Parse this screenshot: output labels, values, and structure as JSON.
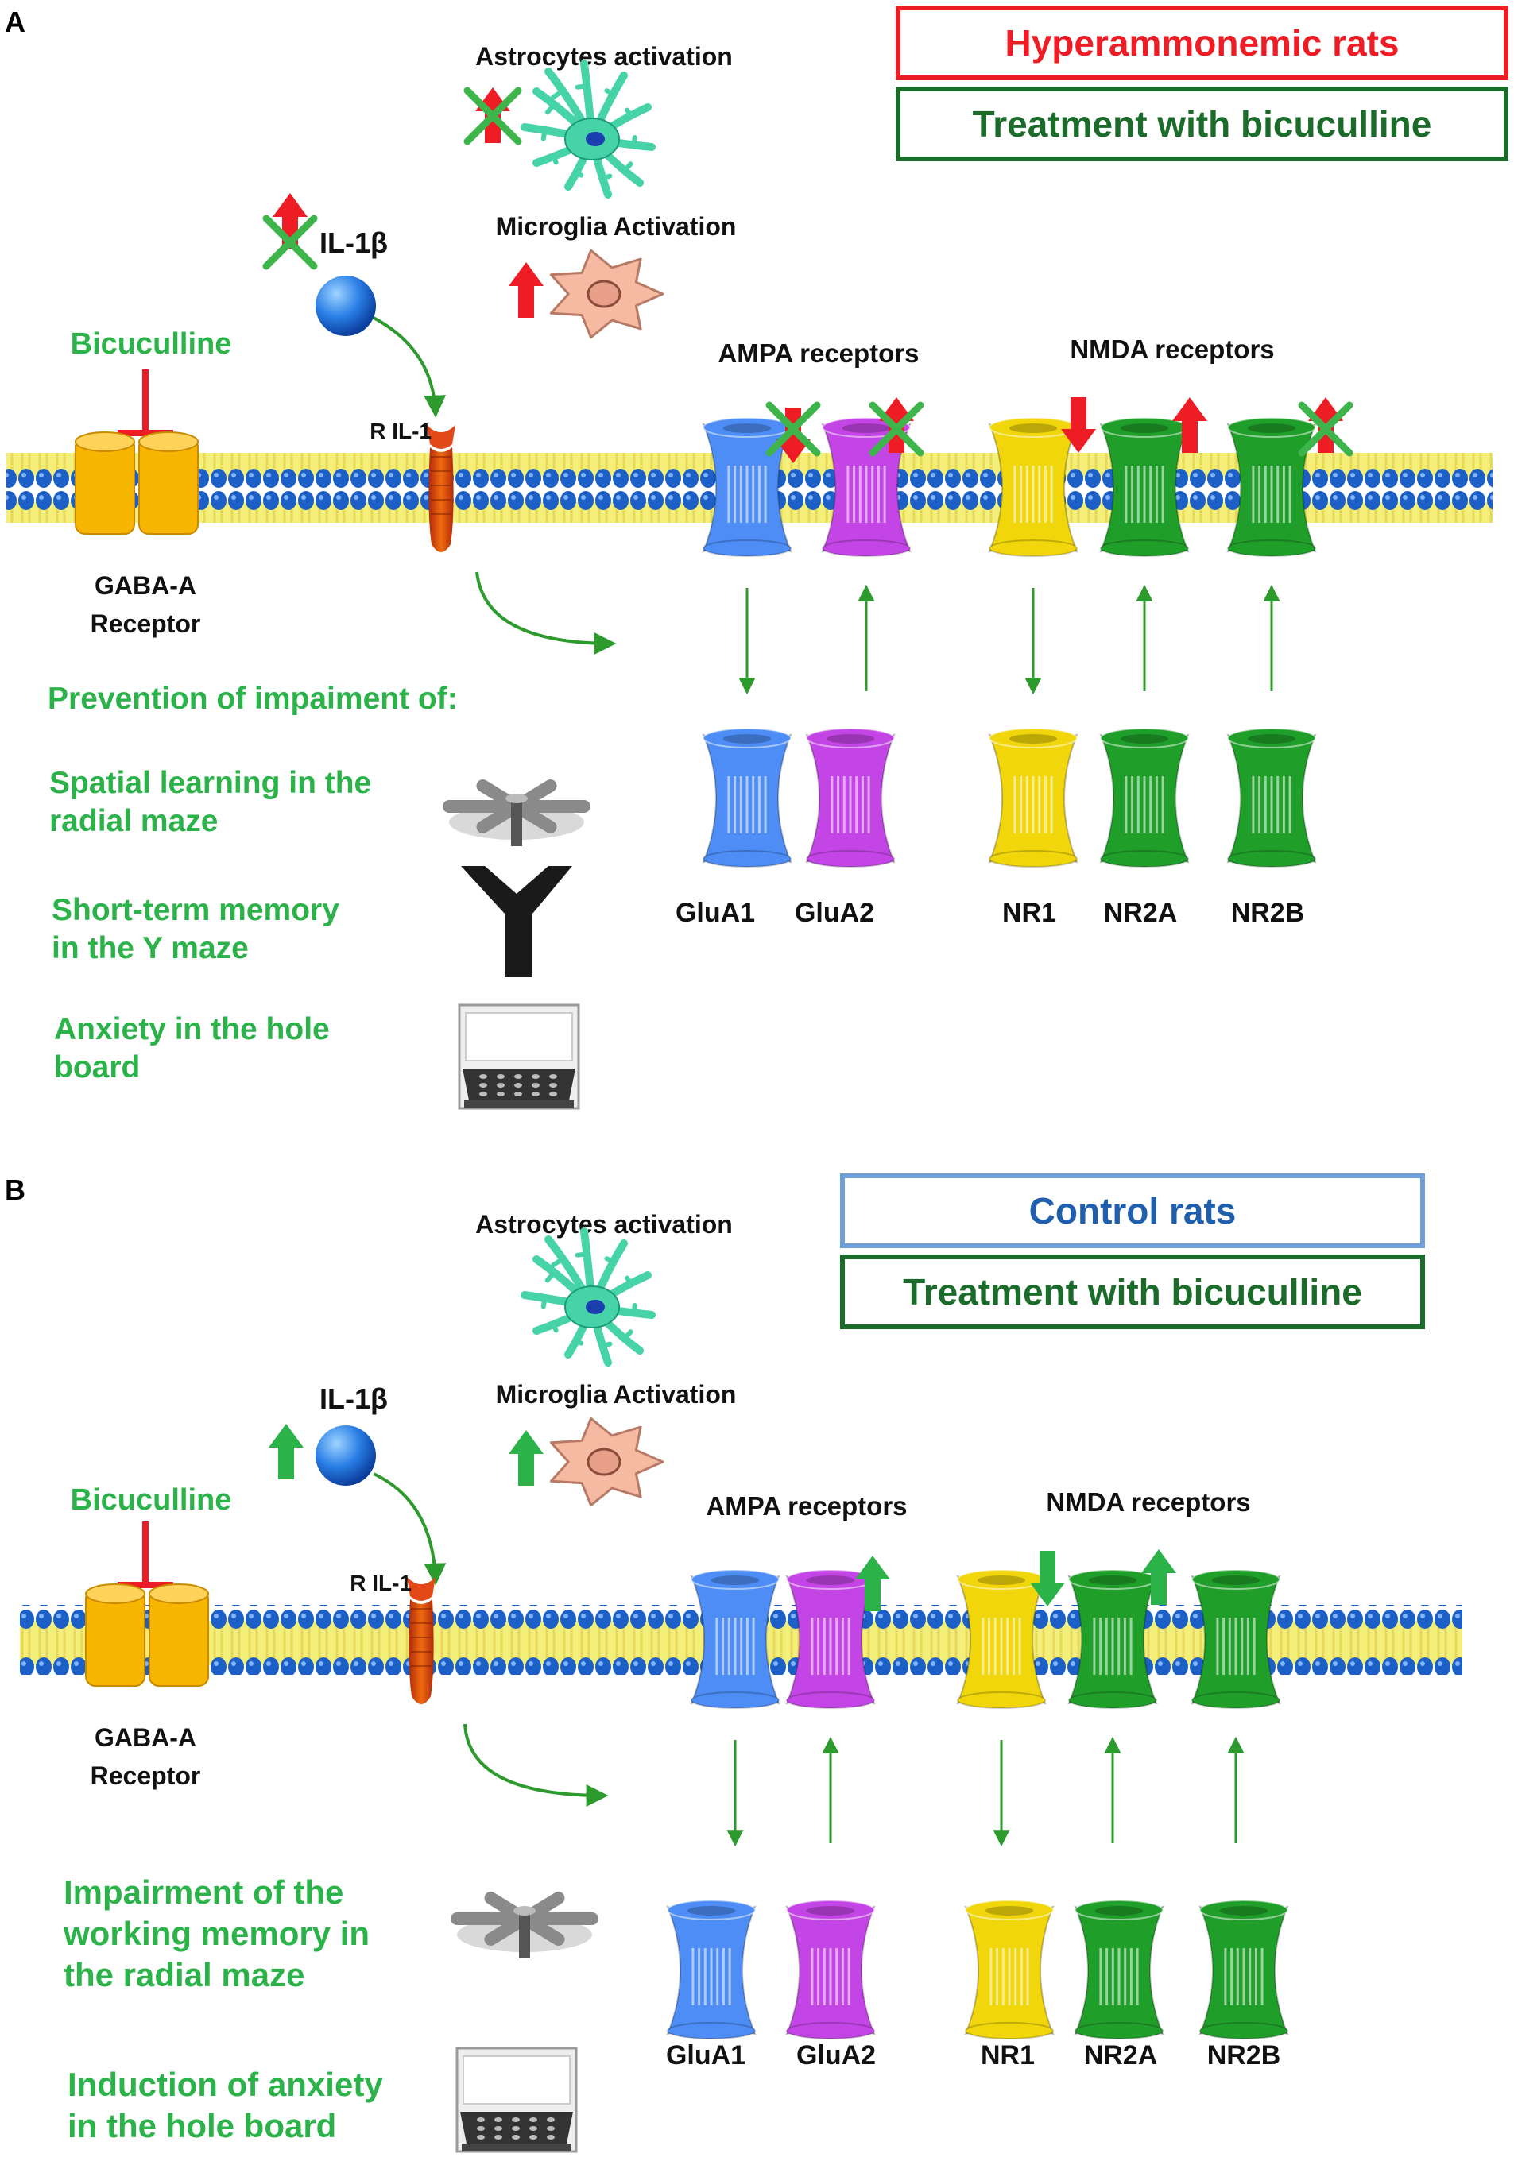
{
  "panels": [
    {
      "letter": "A",
      "legend": [
        "Hyperammonemic rats",
        "Treatment with bicuculline"
      ],
      "astro_label": "Astrocytes activation",
      "microglia_label": "Microglia Activation",
      "il1b_label": "IL-1β",
      "bicuculline_label": "Bicuculline",
      "ril1_label": "R IL-1",
      "gaba_label": [
        "GABA-A",
        "Receptor"
      ],
      "ampa_label": "AMPA receptors",
      "nmda_label": "NMDA receptors",
      "subunits": [
        "GluA1",
        "GluA2",
        "NR1",
        "NR2A",
        "NR2B"
      ],
      "outcomes": [
        "Prevention of impaiment of:",
        "Spatial learning in the",
        "radial maze",
        "Short-term memory",
        "in the Y maze",
        "Anxiety in the hole",
        "board"
      ]
    },
    {
      "letter": "B",
      "legend": [
        "Control rats",
        "Treatment with bicuculline"
      ],
      "astro_label": "Astrocytes activation",
      "microglia_label": "Microglia Activation",
      "il1b_label": "IL-1β",
      "bicuculline_label": "Bicuculline",
      "ril1_label": "R IL-1",
      "gaba_label": [
        "GABA-A",
        "Receptor"
      ],
      "ampa_label": "AMPA receptors",
      "nmda_label": "NMDA receptors",
      "subunits": [
        "GluA1",
        "GluA2",
        "NR1",
        "NR2A",
        "NR2B"
      ],
      "outcomes": [
        "Impairment of the",
        "working memory in",
        "the radial maze",
        "Induction of anxiety",
        "in the hole board"
      ]
    }
  ],
  "colors": {
    "red": "#ee1c25",
    "green_text": "#2bb34a",
    "dark_green": "#1b6b2a",
    "blue_text": "#1f5fad",
    "box_blue": "#6f9fd8",
    "membrane_blue": "#1c5fc6",
    "membrane_yellow": "#f3ef7a",
    "gaba": "#f7b500",
    "glua1": "#4d8df5",
    "glua2": "#c445e6",
    "nr1": "#f0d60a",
    "nr2": "#1f9e2a",
    "astro": "#46d3a8",
    "microglia": "#f6b9a2"
  }
}
